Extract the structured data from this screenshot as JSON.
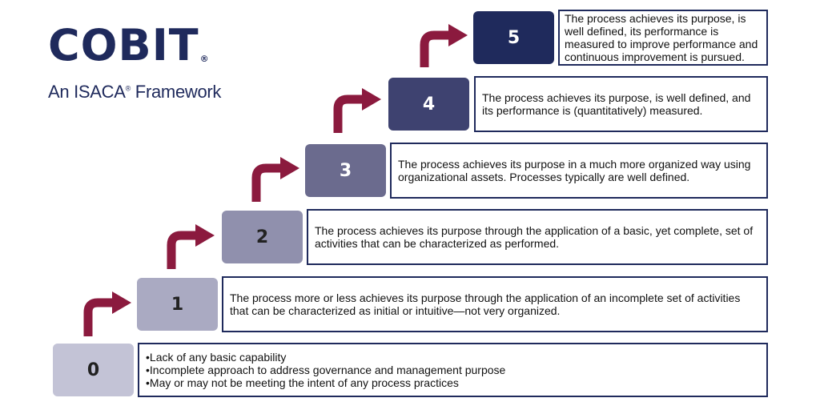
{
  "logo": {
    "name": "COBIT",
    "registered": "®",
    "subtitle_prefix": "An ISACA",
    "subtitle_reg": "®",
    "subtitle_suffix": " Framework"
  },
  "colors": {
    "brand_navy": "#1f2a5c",
    "arrow_maroon": "#8b1a3e",
    "level_fills": [
      "#c3c3d6",
      "#aaaac2",
      "#9090ad",
      "#6b6b8e",
      "#3e4270",
      "#1f2a5c"
    ],
    "level_text": [
      "#222222",
      "#222222",
      "#222222",
      "#ffffff",
      "#ffffff",
      "#ffffff"
    ]
  },
  "levels": [
    {
      "number": "0",
      "bullets": [
        "Lack of any basic capability",
        "Incomplete approach to address governance and management purpose",
        "May or may not be meeting the intent of any process practices"
      ]
    },
    {
      "number": "1",
      "text": "The process more or less achieves its purpose through the application of an incomplete set of activities that can be characterized as initial or intuitive—not very organized."
    },
    {
      "number": "2",
      "text": "The process achieves its purpose through the application of a basic, yet complete, set of activities that can be characterized as performed."
    },
    {
      "number": "3",
      "text": "The process achieves its purpose in a much more organized way using organizational assets. Processes typically are well defined."
    },
    {
      "number": "4",
      "text": "The process achieves its purpose, is well defined, and its performance is (quantitatively) measured."
    },
    {
      "number": "5",
      "text": "The process achieves its purpose, is well defined, its performance is measured to improve performance and continuous improvement is pursued."
    }
  ]
}
